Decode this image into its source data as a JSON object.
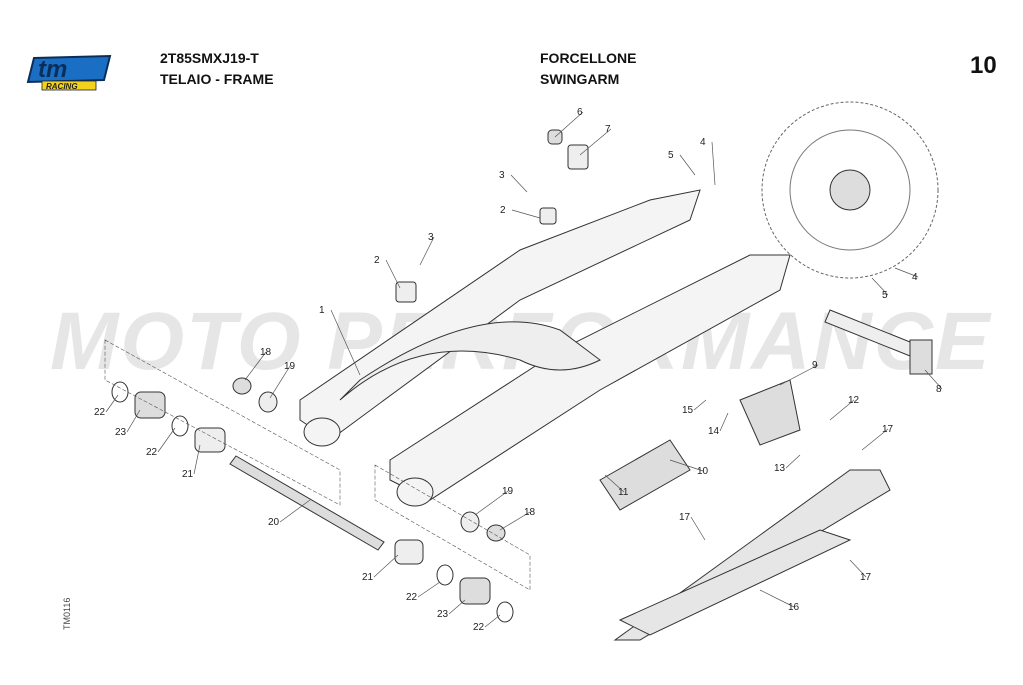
{
  "header": {
    "model_code": "2T85SMXJ19-T",
    "group": "TELAIO - FRAME",
    "title_it": "FORCELLONE",
    "title_en": "SWINGARM",
    "page_number": "10"
  },
  "logo": {
    "brand": "tm",
    "sub": "RACING"
  },
  "watermark": "MOTO PERFORMANCE",
  "drawing_code": "TM0116",
  "callouts": [
    "6",
    "7",
    "3",
    "4",
    "5",
    "2",
    "3",
    "2",
    "1",
    "4",
    "5",
    "18",
    "19",
    "9",
    "8",
    "17",
    "12",
    "15",
    "14",
    "22",
    "23",
    "22",
    "21",
    "10",
    "11",
    "13",
    "19",
    "18",
    "20",
    "17",
    "17",
    "21",
    "22",
    "23",
    "16",
    "22"
  ]
}
